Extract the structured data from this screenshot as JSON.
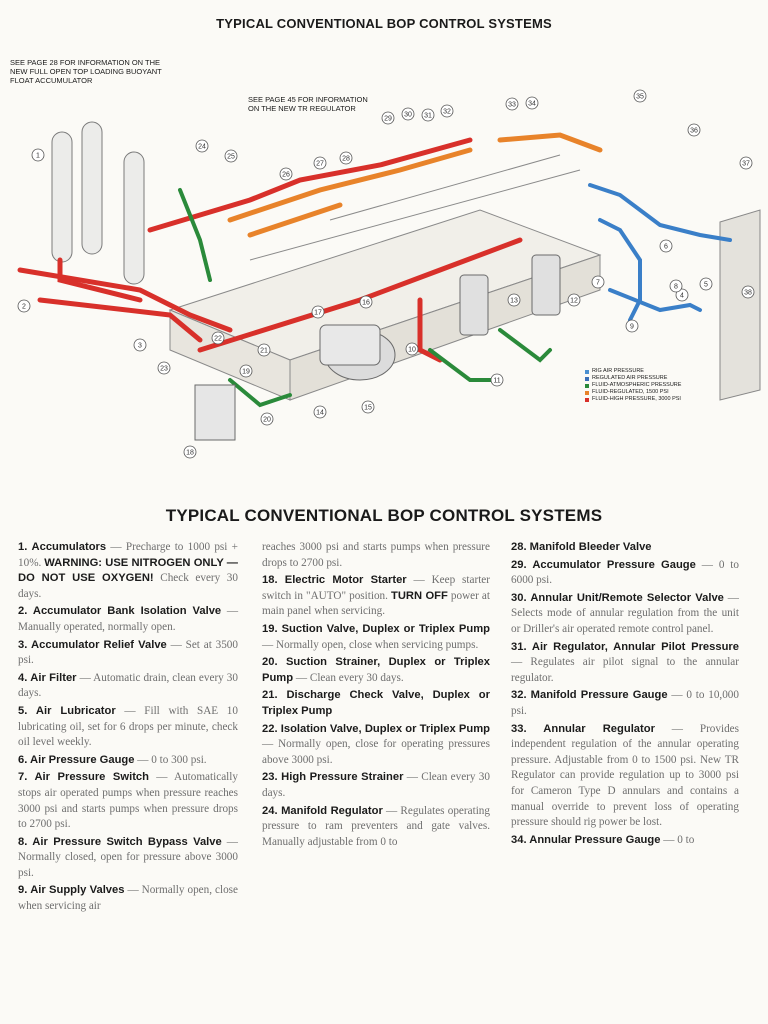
{
  "header": {
    "title": "TYPICAL CONVENTIONAL BOP CONTROL SYSTEMS",
    "note_float": "SEE PAGE 28 FOR INFORMATION ON THE NEW FULL OPEN TOP LOADING BUOYANT FLOAT ACCUMULATOR",
    "note_regulator": "SEE PAGE 45 FOR INFORMATION ON THE NEW TR REGULATOR"
  },
  "diagram": {
    "callouts": [
      "1",
      "2",
      "3",
      "4",
      "5",
      "6",
      "7",
      "8",
      "9",
      "10",
      "11",
      "12",
      "13",
      "14",
      "15",
      "16",
      "17",
      "18",
      "19",
      "20",
      "21",
      "22",
      "23",
      "24",
      "25",
      "26",
      "27",
      "28",
      "29",
      "30",
      "31",
      "32",
      "33",
      "34",
      "35",
      "36",
      "37",
      "38"
    ],
    "legend": [
      {
        "label": "RIG AIR PRESSURE",
        "color": "#4a8fd0"
      },
      {
        "label": "REGULATED AIR PRESSURE",
        "color": "#3a6fb8"
      },
      {
        "label": "FLUID-ATMOSPHERIC PRESSURE",
        "color": "#2a8a3a"
      },
      {
        "label": "FLUID-REGULATED, 1500 psi",
        "color": "#e8832a"
      },
      {
        "label": "FLUID-HIGH PRESSURE, 3000 psi",
        "color": "#d8302a"
      }
    ]
  },
  "section_title": "TYPICAL CONVENTIONAL BOP CONTROL SYSTEMS",
  "items_col1": [
    {
      "head": "1. Accumulators",
      "desc": " — Precharge to 1000 psi + 10%. ",
      "warn": "WARNING: USE NITROGEN ONLY — DO NOT USE OXYGEN!",
      "desc2": " Check every 30 days."
    },
    {
      "head": "2. Accumulator Bank Isolation Valve",
      "desc": " — Manually operated, normally open."
    },
    {
      "head": "3. Accumulator Relief Valve",
      "desc": " — Set at 3500 psi."
    },
    {
      "head": "4. Air Filter",
      "desc": " — Automatic drain, clean every 30 days."
    },
    {
      "head": "5. Air Lubricator",
      "desc": " — Fill with SAE 10 lubricating oil, set for 6 drops per minute, check oil level weekly."
    },
    {
      "head": "6. Air Pressure Gauge",
      "desc": " — 0 to 300 psi."
    },
    {
      "head": "7. Air Pressure Switch",
      "desc": " — Automatically stops air operated pumps when pressure reaches 3000 psi and starts pumps when pressure drops to 2700 psi."
    },
    {
      "head": "8. Air Pressure Switch Bypass Valve",
      "desc": " — Normally closed, open for pressure above 3000 psi."
    },
    {
      "head": "9. Air Supply Valves",
      "desc": " — Normally open, close when servicing air"
    }
  ],
  "items_col2": [
    {
      "head": "",
      "desc": "reaches 3000 psi and starts pumps when pressure drops to 2700 psi."
    },
    {
      "head": "18. Electric Motor Starter",
      "desc": " — Keep starter switch in \"AUTO\" position. ",
      "warn": "TURN OFF",
      "desc2": " power at main panel when servicing."
    },
    {
      "head": "19. Suction Valve, Duplex or Triplex Pump",
      "desc": " — Normally open, close when servicing pumps."
    },
    {
      "head": "20. Suction Strainer, Duplex or Triplex Pump",
      "desc": " — Clean every 30 days."
    },
    {
      "head": "21. Discharge Check Valve, Duplex or Triplex Pump",
      "desc": ""
    },
    {
      "head": "22. Isolation Valve, Duplex or Triplex Pump",
      "desc": " — Normally open, close for operating pressures above 3000 psi."
    },
    {
      "head": "23. High Pressure Strainer",
      "desc": " — Clean every 30 days."
    },
    {
      "head": "24. Manifold Regulator",
      "desc": " — Regulates operating pressure to ram preventers and gate valves. Manually adjustable from 0 to"
    }
  ],
  "items_col3": [
    {
      "head": "28. Manifold Bleeder Valve",
      "desc": ""
    },
    {
      "head": "29. Accumulator Pressure Gauge",
      "desc": " — 0 to 6000 psi."
    },
    {
      "head": "30. Annular Unit/Remote Selector Valve",
      "desc": " — Selects mode of annular regulation from the unit or Driller's air operated remote control panel."
    },
    {
      "head": "31. Air Regulator, Annular Pilot Pressure",
      "desc": " — Regulates air pilot signal to the annular regulator."
    },
    {
      "head": "32. Manifold Pressure Gauge",
      "desc": " — 0 to 10,000 psi."
    },
    {
      "head": "33. Annular Regulator",
      "desc": " — Provides independent regulation of the annular operating pressure. Adjustable from 0 to 1500 psi. New TR Regulator can provide regulation up to 3000 psi for Cameron Type D annulars and contains a manual override to prevent loss of operating pressure should rig power be lost."
    },
    {
      "head": "34. Annular Pressure Gauge",
      "desc": " — 0 to"
    }
  ]
}
